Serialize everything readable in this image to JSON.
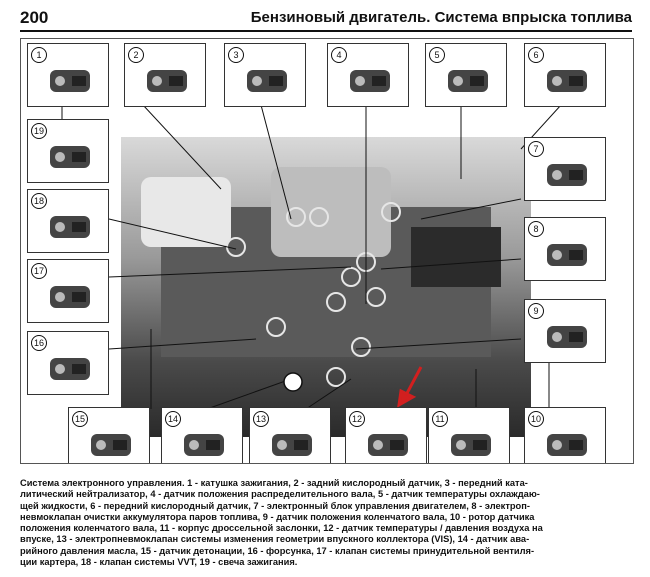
{
  "header": {
    "page_number": "200",
    "title": "Бензиновый двигатель. Система впрыска топлива"
  },
  "figure": {
    "callouts": [
      {
        "num": "1",
        "icon": "ignition-coil-icon"
      },
      {
        "num": "2",
        "icon": "rear-oxygen-sensor-icon"
      },
      {
        "num": "3",
        "icon": "front-knock-neutralizer-icon"
      },
      {
        "num": "4",
        "icon": "camshaft-position-sensor-icon"
      },
      {
        "num": "5",
        "icon": "coolant-temperature-sensor-icon"
      },
      {
        "num": "6",
        "icon": "front-oxygen-sensor-icon"
      },
      {
        "num": "7",
        "icon": "engine-control-unit-icon"
      },
      {
        "num": "8",
        "icon": "canister-purge-valve-icon"
      },
      {
        "num": "9",
        "icon": "crankshaft-position-sensor-icon"
      },
      {
        "num": "10",
        "icon": "crankshaft-rotor-icon"
      },
      {
        "num": "11",
        "icon": "throttle-body-icon"
      },
      {
        "num": "12",
        "icon": "intake-air-sensor-icon"
      },
      {
        "num": "13",
        "icon": "vis-solenoid-valve-icon"
      },
      {
        "num": "14",
        "icon": "oil-pressure-sensor-icon"
      },
      {
        "num": "15",
        "icon": "knock-sensor-icon"
      },
      {
        "num": "16",
        "icon": "injector-icon"
      },
      {
        "num": "17",
        "icon": "pcv-valve-icon"
      },
      {
        "num": "18",
        "icon": "vvt-valve-icon"
      },
      {
        "num": "19",
        "icon": "spark-plug-icon"
      }
    ]
  },
  "caption": {
    "lines": [
      "Система электронного управления. 1 - катушка зажигания, 2 - задний кислородный датчик, 3 - передний ката-",
      "литический нейтрализатор, 4 - датчик положения распределительного вала, 5 - датчик температуры охлаждаю-",
      "щей жидкости, 6 - передний кислородный датчик, 7 - электронный блок управления двигателем, 8 - электроп-",
      "невмоклапан очистки аккумулятора паров топлива, 9 - датчик положения коленчатого вала, 10 - ротор датчика",
      "положения коленчатого вала, 11 - корпус дроссельной заслонки, 12 - датчик температуры / давления воздуха на",
      "впуске, 13 - электропневмоклапан системы изменения геометрии впускного коллектора (VIS), 14 - датчик ава-",
      "рийного давления масла, 15 - датчик детонации, 16 - форсунка, 17 - клапан системы принудительной вентиля-",
      "ции картера, 18 - клапан системы VVT, 19 - свеча зажигания."
    ]
  },
  "colors": {
    "arrow": "#d21f1f",
    "ink": "#111111"
  }
}
